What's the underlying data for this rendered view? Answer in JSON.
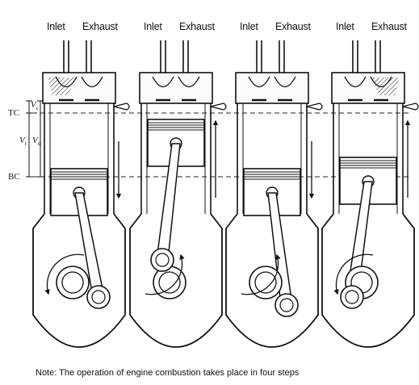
{
  "strokes": [
    {
      "inlet_label": "Inlet",
      "exhaust_label": "Exhaust"
    },
    {
      "inlet_label": "Inlet",
      "exhaust_label": "Exhaust"
    },
    {
      "inlet_label": "Inlet",
      "exhaust_label": "Exhaust"
    },
    {
      "inlet_label": "Inlet",
      "exhaust_label": "Exhaust"
    }
  ],
  "labels": {
    "tc": "TC",
    "bc": "BC",
    "vc": "V",
    "vc_sub": "c",
    "vt": "V",
    "vt_sub": "t",
    "vd": "V",
    "vd_sub": "d"
  },
  "note": "Note: The operation of engine combustion takes place in four steps"
}
